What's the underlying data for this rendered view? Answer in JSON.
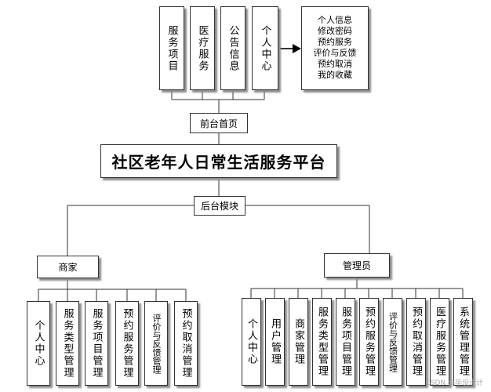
{
  "top_menu": [
    "服务项目",
    "医疗服务",
    "公告信息",
    "个人中心"
  ],
  "personal_center_items": [
    "个人信息",
    "修改密码",
    "预约服务",
    "评价与反馈",
    "预约取消",
    "我的收藏"
  ],
  "front_home": "前台首页",
  "platform_title": "社区老年人日常生活服务平台",
  "backend_module": "后台模块",
  "merchant": {
    "label": "商家",
    "items": [
      "个人中心",
      "服务类型管理",
      "服务项目管理",
      "预约服务管理",
      "评价与反馈管理",
      "预约取消管理"
    ]
  },
  "admin": {
    "label": "管理员",
    "items": [
      "个人中心",
      "用户管理",
      "商家管理",
      "服务类型管理",
      "服务项目管理",
      "预约服务管理",
      "评价与反馈管理",
      "预约取消管理",
      "医疗服务管理",
      "系统管理管理"
    ]
  },
  "watermark": "CSDN @毕设设计"
}
